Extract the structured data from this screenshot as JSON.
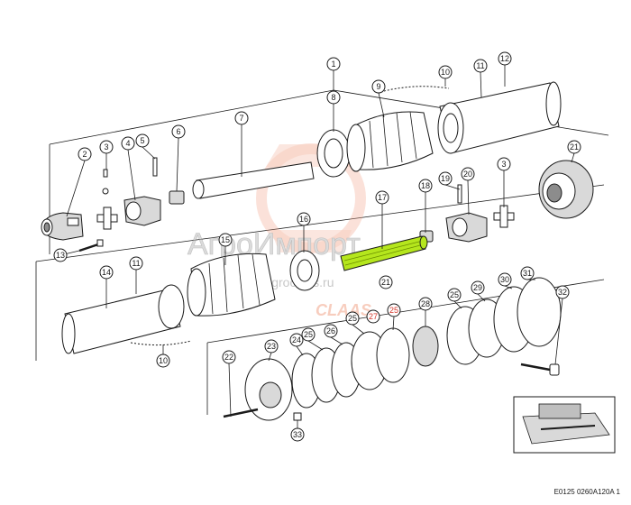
{
  "diagram": {
    "reference_code": "E0125 0260A120A 1",
    "watermark": {
      "brand": "АгроИмпорт",
      "site": "www.agroclaas.ru",
      "logo": "CLAAS"
    },
    "callouts": [
      "1",
      "2",
      "3",
      "4",
      "5",
      "6",
      "7",
      "8",
      "9",
      "10",
      "11",
      "12",
      "13",
      "14",
      "15",
      "16",
      "17",
      "18",
      "19",
      "20",
      "21",
      "22",
      "23",
      "24",
      "25",
      "26",
      "27",
      "28",
      "29",
      "30",
      "31",
      "32",
      "33"
    ],
    "colors": {
      "line": "#1a1a1a",
      "highlight_part": "#b5e61d",
      "watermark_gear": "#f2a58a",
      "watermark_text": "#9a9a9a",
      "callout_red": "#d5362a"
    }
  }
}
